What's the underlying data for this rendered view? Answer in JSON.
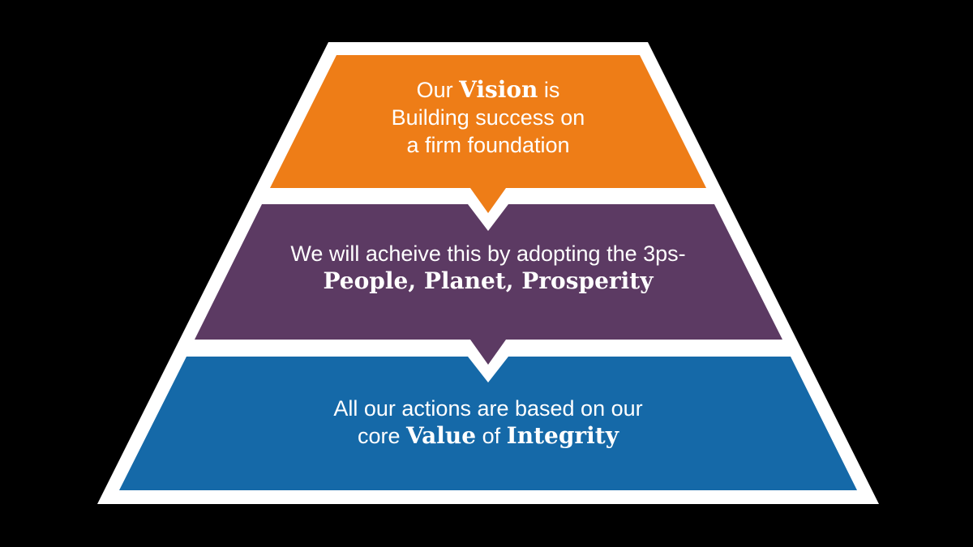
{
  "colors": {
    "background": "#000000",
    "outline": "#ffffff",
    "vision_orange": "#ee7d17",
    "mission_purple": "#5c3a63",
    "values_blue": "#1569a8",
    "text": "#ffffff"
  },
  "pyramid": {
    "layers": [
      {
        "id": "vision",
        "color": "#ee7d17",
        "text": {
          "line1_pre": "Our ",
          "line1_bold": "Vision",
          "line1_post": " is",
          "line2": "Building success on",
          "line3": "a firm foundation"
        }
      },
      {
        "id": "mission-3ps",
        "color": "#5c3a63",
        "text": {
          "line1": "We will acheive this by adopting the 3ps-",
          "line2_bold": "People, Planet, Prosperity"
        }
      },
      {
        "id": "core-value",
        "color": "#1569a8",
        "text": {
          "line1": "All our actions are based on our",
          "line2_pre": "core ",
          "line2_bold1": "Value",
          "line2_mid": " of ",
          "line2_bold2": "Integrity"
        }
      }
    ]
  }
}
